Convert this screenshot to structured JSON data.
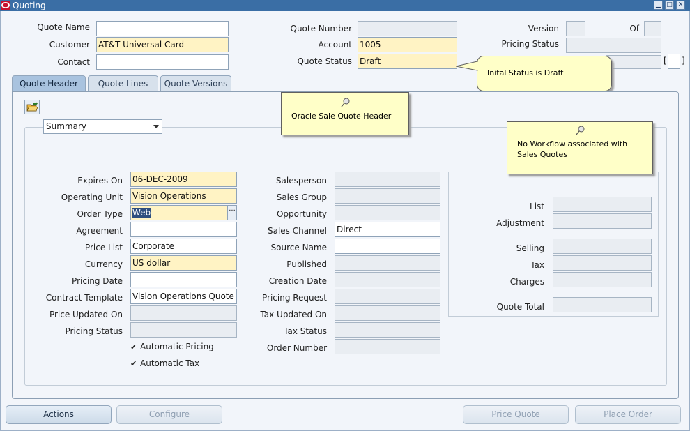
{
  "window": {
    "title": "Quoting",
    "buttons": [
      "minimize-icon",
      "maximize-icon",
      "close-icon"
    ]
  },
  "header": {
    "quote_name_label": "Quote Name",
    "quote_name_value": "",
    "customer_label": "Customer",
    "customer_value": "AT&T Universal Card",
    "contact_label": "Contact",
    "contact_value": "",
    "quote_number_label": "Quote Number",
    "quote_number_value": "",
    "account_label": "Account",
    "account_value": "1005",
    "quote_status_label": "Quote Status",
    "quote_status_value": "Draft",
    "version_label": "Version",
    "version_value": "",
    "of_label": "Of",
    "of_value": "",
    "pricing_status_label": "Pricing Status",
    "pricing_status_value": ""
  },
  "notes": {
    "status_note": "Inital Status is Draft",
    "header_note": "Oracle Sale Quote Header",
    "workflow_note_line1": "No Workflow associated with",
    "workflow_note_line2": "Sales Quotes"
  },
  "tabs": [
    {
      "label": "Quote Header",
      "active": true
    },
    {
      "label": "Quote Lines",
      "active": false
    },
    {
      "label": "Quote Versions",
      "active": false
    }
  ],
  "summary_select": {
    "value": "Summary"
  },
  "left_fields": [
    {
      "label": "Expires On",
      "value": "06-DEC-2009"
    },
    {
      "label": "Operating Unit",
      "value": "Vision Operations"
    },
    {
      "label": "Order Type",
      "value": "Web"
    },
    {
      "label": "Agreement",
      "value": ""
    },
    {
      "label": "Price List",
      "value": "Corporate"
    },
    {
      "label": "Currency",
      "value": "US dollar"
    },
    {
      "label": "Pricing Date",
      "value": ""
    },
    {
      "label": "Contract Template",
      "value": "Vision Operations Quote T"
    },
    {
      "label": "Price Updated On",
      "value": ""
    },
    {
      "label": "Pricing Status",
      "value": ""
    }
  ],
  "checkboxes": [
    {
      "label": "Automatic Pricing",
      "checked": true
    },
    {
      "label": "Automatic Tax",
      "checked": true
    }
  ],
  "mid_fields": [
    {
      "label": "Salesperson",
      "value": ""
    },
    {
      "label": "Sales Group",
      "value": ""
    },
    {
      "label": "Opportunity",
      "value": ""
    },
    {
      "label": "Sales Channel",
      "value": "Direct"
    },
    {
      "label": "Source Name",
      "value": ""
    },
    {
      "label": "Published",
      "value": ""
    },
    {
      "label": "Creation Date",
      "value": ""
    },
    {
      "label": "Pricing Request",
      "value": ""
    },
    {
      "label": "Tax Updated On",
      "value": ""
    },
    {
      "label": "Tax Status",
      "value": ""
    },
    {
      "label": "Order Number",
      "value": ""
    }
  ],
  "totals": [
    {
      "label": "List",
      "value": ""
    },
    {
      "label": "Adjustment",
      "value": ""
    },
    {
      "label": "Selling",
      "value": ""
    },
    {
      "label": "Tax",
      "value": ""
    },
    {
      "label": "Charges",
      "value": ""
    },
    {
      "label": "Quote Total",
      "value": ""
    }
  ],
  "buttons": {
    "actions": "Actions",
    "configure": "Configure",
    "price_quote": "Price Quote",
    "place_order": "Place Order"
  },
  "colors": {
    "required_bg": "#fff3c4",
    "titlebar": "#3a6ea5",
    "note_bg": "#ffffc8"
  }
}
